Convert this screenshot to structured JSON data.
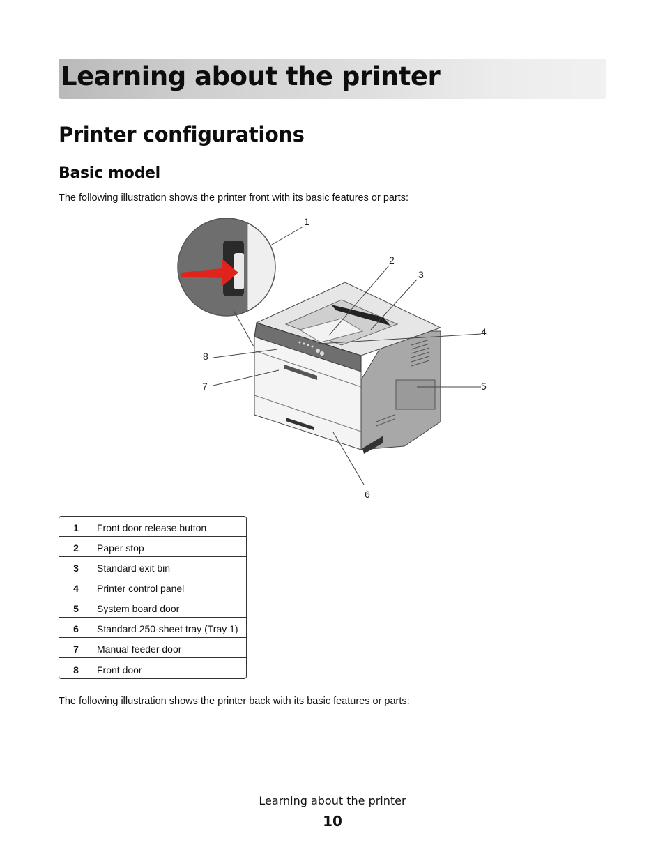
{
  "chapter": {
    "title": "Learning about the printer"
  },
  "section": {
    "title": "Printer configurations"
  },
  "subsection": {
    "title": "Basic model"
  },
  "intro_front": "The following illustration shows the printer front with its basic features or parts:",
  "figure": {
    "callouts": [
      "1",
      "2",
      "3",
      "4",
      "5",
      "6",
      "7",
      "8"
    ],
    "accent_color": "#e0241b"
  },
  "parts_table": {
    "rows": [
      {
        "num": "1",
        "label": "Front door release button"
      },
      {
        "num": "2",
        "label": "Paper stop"
      },
      {
        "num": "3",
        "label": "Standard exit bin"
      },
      {
        "num": "4",
        "label": "Printer control panel"
      },
      {
        "num": "5",
        "label": "System board door"
      },
      {
        "num": "6",
        "label": "Standard 250-sheet tray (Tray 1)"
      },
      {
        "num": "7",
        "label": "Manual feeder door"
      },
      {
        "num": "8",
        "label": "Front door"
      }
    ]
  },
  "intro_back": "The following illustration shows the printer back with its basic features or parts:",
  "footer": {
    "title": "Learning about the printer",
    "page_number": "10"
  }
}
